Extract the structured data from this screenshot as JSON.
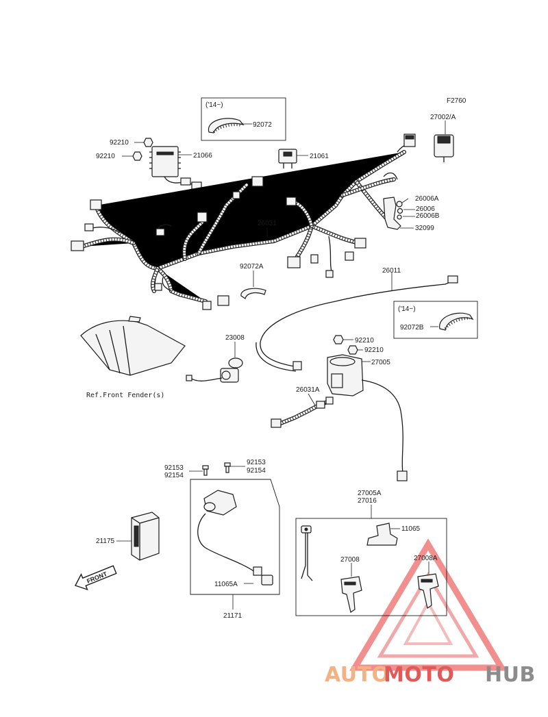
{
  "figure_code": "F2760",
  "labels": {
    "p27002A": "27002/A",
    "p92072": "92072",
    "p92072_year": "('14~)",
    "p92210_a": "92210",
    "p92210_b": "92210",
    "p21066": "21066",
    "p21061": "21061",
    "p26006A": "26006A",
    "p26006": "26006",
    "p26006B": "26006B",
    "p32099": "32099",
    "p26031": "26031",
    "p92072A": "92072A",
    "p26011": "26011",
    "p92072B_year": "('14~)",
    "p92072B": "92072B",
    "p23008": "23008",
    "p92210_c": "92210",
    "p92210_d": "92210",
    "p27005": "27005",
    "ref_front_fender": "Ref.Front Fender(s)",
    "p26031A": "26031A",
    "p92153_a": "92153",
    "p92154_a": "92154",
    "p92153_b": "92153",
    "p92154_b": "92154",
    "p27005A": "27005A",
    "p27016": "27016",
    "p11065": "11065",
    "p21175": "21175",
    "p27008": "27008",
    "p27008A": "27008A",
    "p11065A": "11065A",
    "p21171": "21171",
    "front_arrow": "FRONT"
  },
  "watermark": {
    "part1": "AUTO",
    "part2": "MOTO",
    "part3": "HUB",
    "color_auto": "#f4b183",
    "color_moto": "#e05a5a",
    "color_hub": "#8c8c8c"
  }
}
